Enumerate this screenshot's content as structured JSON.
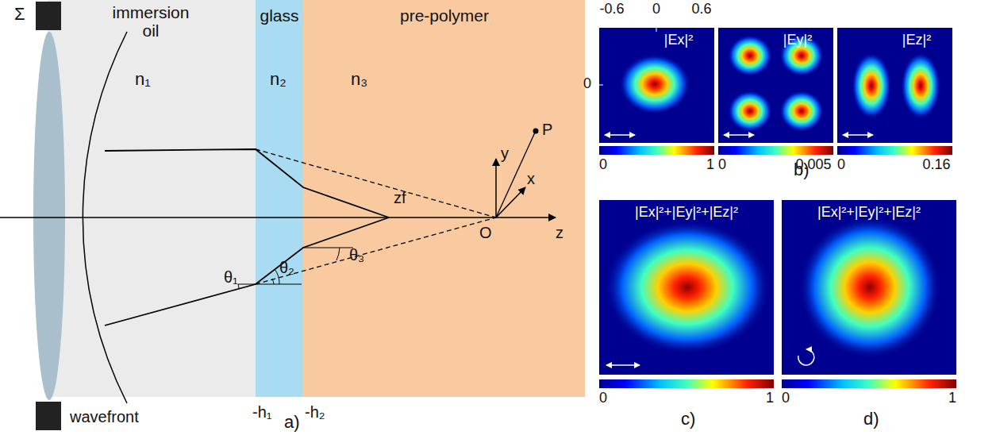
{
  "diagram": {
    "nodes": [
      {
        "text": [
          "immersion oil",
          "n₁"
        ]
      },
      {
        "text": [
          "glass",
          "n₂"
        ]
      },
      {
        "text": [
          "pre-polymer",
          "n₃"
        ]
      },
      {
        "text": [
          "|Ex|²"
        ]
      },
      {
        "text": [
          "|Ey|²"
        ]
      },
      {
        "text": [
          "|Ez|²"
        ]
      },
      {
        "text": [
          "|Ex|²+|Ey|²+|Ez|²"
        ]
      },
      {
        "text": [
          "|Ex|²+|Ey|²+|Ez|²"
        ]
      }
    ],
    "labels": [
      "Σ",
      "wavefront",
      "θ₁",
      "θ₂",
      "θ₃",
      "zf",
      "-h₁",
      "-h₂",
      "y",
      "x",
      "z",
      "O",
      "P",
      "a)",
      "-0.6",
      "0",
      "0.6",
      "0",
      "b)",
      "0",
      "1",
      "0",
      "0.005",
      "0",
      "0.16",
      "c)",
      "d)",
      "0",
      "1",
      "0",
      "1"
    ]
  }
}
